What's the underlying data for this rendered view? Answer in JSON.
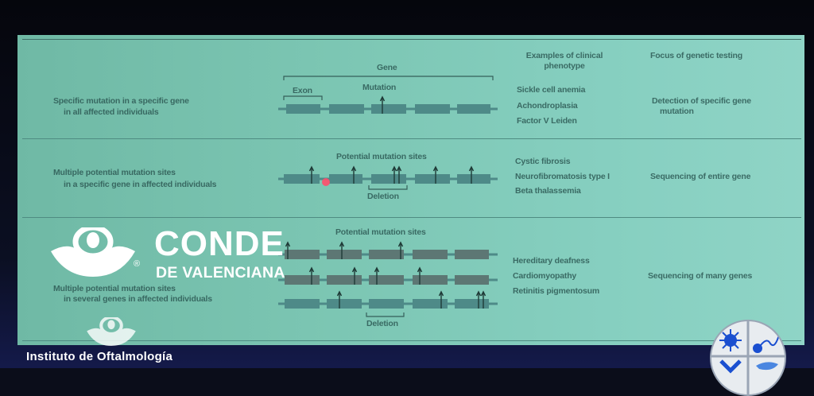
{
  "slide": {
    "headers": {
      "gene": "Gene",
      "examples_line1": "Examples of clinical",
      "examples_line2": "phenotype",
      "focus": "Focus of genetic testing"
    },
    "rows": [
      {
        "description_line1": "Specific mutation in a specific gene",
        "description_line2": "in all affected individuals",
        "exon_label": "Exon",
        "mutation_label": "Mutation",
        "phenotypes": [
          "Sickle cell anemia",
          "Achondroplasia",
          "Factor V Leiden"
        ],
        "focus_line1": "Detection of specific gene",
        "focus_line2": "mutation"
      },
      {
        "description_line1": "Multiple potential mutation sites",
        "description_line2": "in a specific gene in affected individuals",
        "sites_label": "Potential mutation sites",
        "deletion_label": "Deletion",
        "phenotypes": [
          "Cystic fibrosis",
          "Neurofibromatosis type I",
          "Beta thalassemia"
        ],
        "focus_line1": "Sequencing of entire gene"
      },
      {
        "description_line1": "Multiple potential mutation sites",
        "description_line2": "in several genes in affected individuals",
        "sites_label": "Potential mutation sites",
        "deletion_label": "Deletion",
        "phenotypes": [
          "Hereditary deafness",
          "Cardiomyopathy",
          "Retinitis pigmentosum"
        ],
        "focus_line1": "Sequencing of many genes"
      }
    ]
  },
  "overlay": {
    "brand_line1": "CONDE",
    "brand_line2": "DE VALENCIANA",
    "registered": "®",
    "institute": "Instituto de Oftalmología"
  },
  "colors": {
    "slide_bg": "#7cc6b3",
    "exon": "#4e8a88",
    "text": "#2e5a55",
    "laser": "#ff4060"
  }
}
